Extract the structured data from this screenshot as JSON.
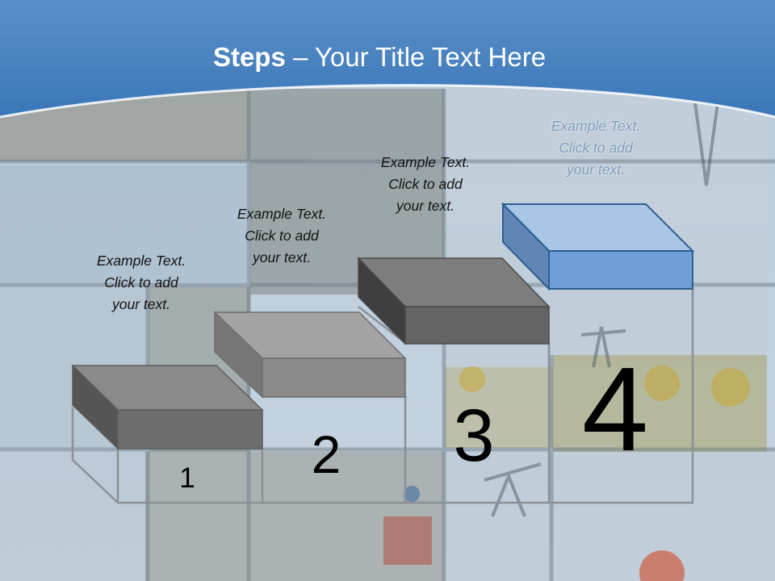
{
  "title": {
    "bold": "Steps",
    "rest": " – Your Title Text Here"
  },
  "steps": [
    {
      "number": "1",
      "lines": [
        "Example Text.",
        "Click  to add",
        "your text."
      ]
    },
    {
      "number": "2",
      "lines": [
        "Example Text.",
        "Click  to add",
        "your text."
      ]
    },
    {
      "number": "3",
      "lines": [
        "Example Text.",
        "Click  to add",
        "your text."
      ]
    },
    {
      "number": "4",
      "lines": [
        "Example Text.",
        "Click  to add",
        "your text."
      ]
    }
  ],
  "colors": {
    "header_blue": "#3d7bbd",
    "highlight_top": "#a9c6e6",
    "highlight_front": "#6e9fd6",
    "gray_front": "#6b6b6b",
    "gray_top": "#8f8f8f"
  }
}
